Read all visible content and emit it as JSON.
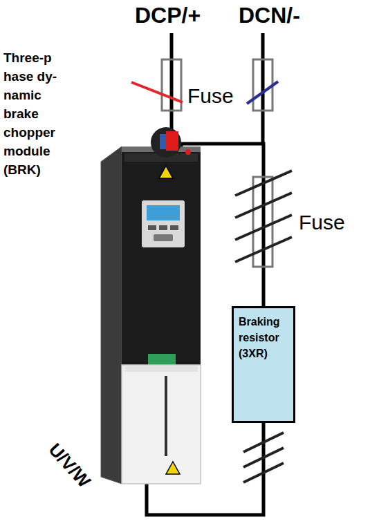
{
  "diagram": {
    "nodes": [
      {
        "text": [
          "Three-p hase dy- namic brake chopper module (BRK)"
        ]
      },
      {
        "text": [
          "Braking resistor (3XR)"
        ]
      }
    ],
    "edges": [
      {
        "from": 0,
        "to": 1,
        "arrow": "none"
      },
      {
        "from": 1,
        "to": 0,
        "arrow": "none"
      }
    ],
    "labels": [
      "DCP/+",
      "DCN/-",
      "Fuse",
      "Fuse",
      "U/V/W"
    ]
  }
}
